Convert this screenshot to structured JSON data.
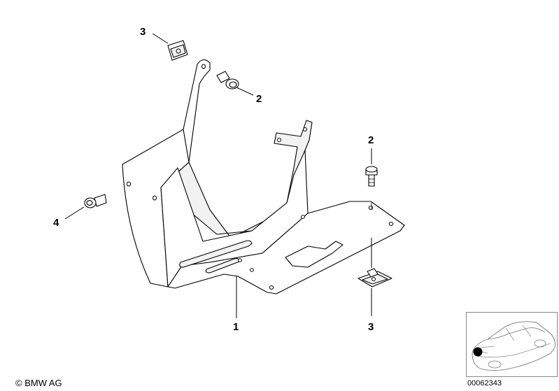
{
  "callouts": [
    {
      "id": "callout-1",
      "label": "1"
    },
    {
      "id": "callout-2-top",
      "label": "2"
    },
    {
      "id": "callout-2-right",
      "label": "2"
    },
    {
      "id": "callout-3-top",
      "label": "3"
    },
    {
      "id": "callout-3-bottom",
      "label": "3"
    },
    {
      "id": "callout-4",
      "label": "4"
    }
  ],
  "footer": {
    "copyright_symbol": "©",
    "copyright_text": "BMW AG",
    "diagram_id": "00062343"
  }
}
